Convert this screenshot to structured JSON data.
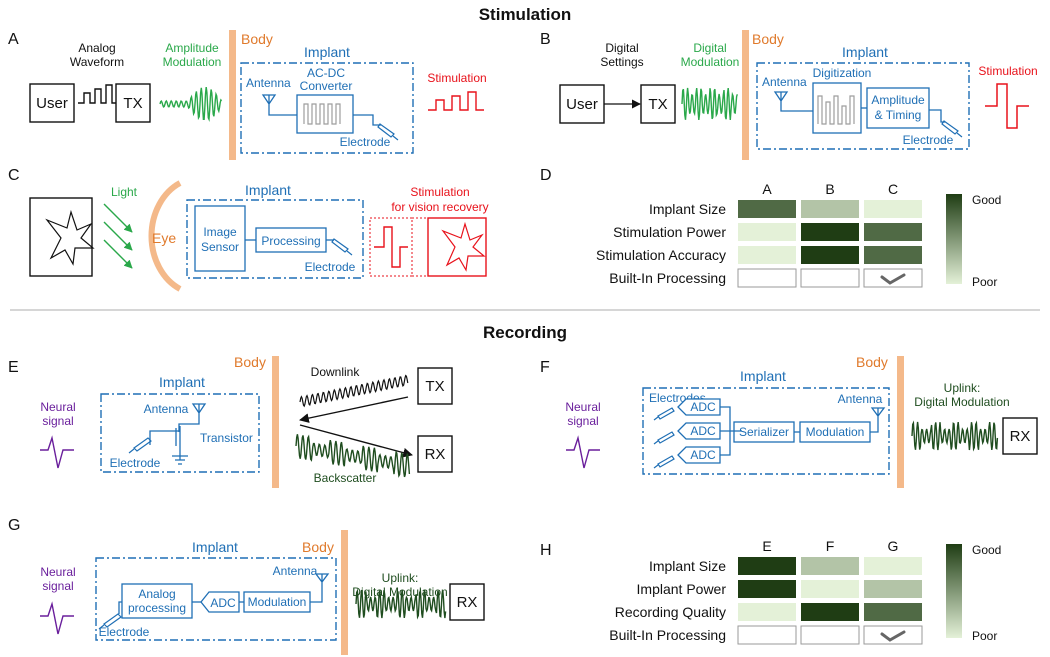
{
  "headings": {
    "stimulation": "Stimulation",
    "recording": "Recording"
  },
  "panel_letters": [
    "A",
    "B",
    "C",
    "D",
    "E",
    "F",
    "G",
    "H"
  ],
  "panel_a": {
    "user": "User",
    "analog1": "Analog",
    "analog2": "Waveform",
    "tx": "TX",
    "mod1": "Amplitude",
    "mod2": "Modulation",
    "body": "Body",
    "implant": "Implant",
    "antenna": "Antenna",
    "conv1": "AC-DC",
    "conv2": "Converter",
    "electrode": "Electrode",
    "stim": "Stimulation"
  },
  "panel_b": {
    "digital1": "Digital",
    "digital2": "Settings",
    "user": "User",
    "tx": "TX",
    "mod1": "Digital",
    "mod2": "Modulation",
    "body": "Body",
    "implant": "Implant",
    "antenna": "Antenna",
    "digitization": "Digitization",
    "amp1": "Amplitude",
    "amp2": "& Timing",
    "electrode": "Electrode",
    "stim": "Stimulation"
  },
  "panel_c": {
    "light": "Light",
    "eye": "Eye",
    "implant": "Implant",
    "sensor1": "Image",
    "sensor2": "Sensor",
    "processing": "Processing",
    "electrode": "Electrode",
    "stim1": "Stimulation",
    "stim2": "for vision recovery"
  },
  "panel_e": {
    "neural1": "Neural",
    "neural2": "signal",
    "implant": "Implant",
    "antenna": "Antenna",
    "transistor": "Transistor",
    "electrode": "Electrode",
    "body": "Body",
    "downlink": "Downlink",
    "backscatter": "Backscatter",
    "tx": "TX",
    "rx": "RX"
  },
  "panel_f": {
    "neural1": "Neural",
    "neural2": "signal",
    "implant": "Implant",
    "body": "Body",
    "electrodes": "Electrodes",
    "adc": "ADC",
    "serializer": "Serializer",
    "modulation": "Modulation",
    "antenna": "Antenna",
    "uplink1": "Uplink:",
    "uplink2": "Digital Modulation",
    "rx": "RX"
  },
  "panel_g": {
    "neural1": "Neural",
    "neural2": "signal",
    "implant": "Implant",
    "body": "Body",
    "analog1": "Analog",
    "analog2": "processing",
    "adc": "ADC",
    "modulation": "Modulation",
    "antenna": "Antenna",
    "electrode": "Electrode",
    "uplink1": "Uplink:",
    "uplink2": "Digital Modulation",
    "rx": "RX"
  },
  "colors": {
    "blue": "#1f6fb5",
    "green": "#2aa84a",
    "dark_green": "#1f4d1f",
    "red": "#e8121b",
    "orange": "#e07a2c",
    "body_bar": "#f4b98a",
    "purple": "#6a1f9c"
  },
  "chart_data": [
    {
      "type": "heatmap",
      "panel": "D",
      "columns": [
        "A",
        "B",
        "C"
      ],
      "rows": [
        "Implant Size",
        "Stimulation Power",
        "Stimulation Accuracy",
        "Built-In Processing"
      ],
      "values": [
        [
          4,
          2,
          1
        ],
        [
          1,
          5,
          4
        ],
        [
          1,
          5,
          4
        ],
        [
          null,
          null,
          null
        ]
      ],
      "checks": [
        false,
        false,
        true
      ],
      "scale": {
        "min": 1,
        "max": 5,
        "high_label": "Good",
        "low_label": "Poor"
      }
    },
    {
      "type": "heatmap",
      "panel": "H",
      "columns": [
        "E",
        "F",
        "G"
      ],
      "rows": [
        "Implant Size",
        "Implant Power",
        "Recording Quality",
        "Built-In Processing"
      ],
      "values": [
        [
          5,
          2,
          1
        ],
        [
          5,
          1,
          2
        ],
        [
          1,
          5,
          4
        ],
        [
          null,
          null,
          null
        ]
      ],
      "checks": [
        false,
        false,
        true
      ],
      "scale": {
        "min": 1,
        "max": 5,
        "high_label": "Good",
        "low_label": "Poor"
      }
    }
  ]
}
